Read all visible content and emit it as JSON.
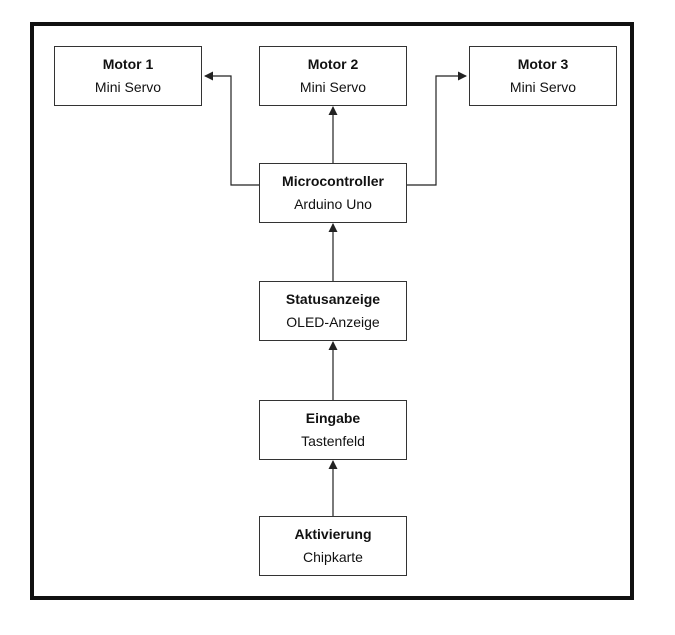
{
  "colors": {
    "frame": "#111111",
    "box_border": "#333333",
    "connector": "#222222"
  },
  "nodes": {
    "motor1": {
      "title": "Motor 1",
      "subtitle": "Mini Servo"
    },
    "motor2": {
      "title": "Motor 2",
      "subtitle": "Mini Servo"
    },
    "motor3": {
      "title": "Motor 3",
      "subtitle": "Mini Servo"
    },
    "microcontroller": {
      "title": "Microcontroller",
      "subtitle": "Arduino Uno"
    },
    "statusanzeige": {
      "title": "Statusanzeige",
      "subtitle": "OLED-Anzeige"
    },
    "eingabe": {
      "title": "Eingabe",
      "subtitle": "Tastenfeld"
    },
    "aktivierung": {
      "title": "Aktivierung",
      "subtitle": "Chipkarte"
    }
  },
  "edges": [
    {
      "from": "aktivierung",
      "to": "eingabe"
    },
    {
      "from": "eingabe",
      "to": "statusanzeige"
    },
    {
      "from": "statusanzeige",
      "to": "microcontroller"
    },
    {
      "from": "microcontroller",
      "to": "motor1"
    },
    {
      "from": "microcontroller",
      "to": "motor2"
    },
    {
      "from": "microcontroller",
      "to": "motor3"
    }
  ]
}
